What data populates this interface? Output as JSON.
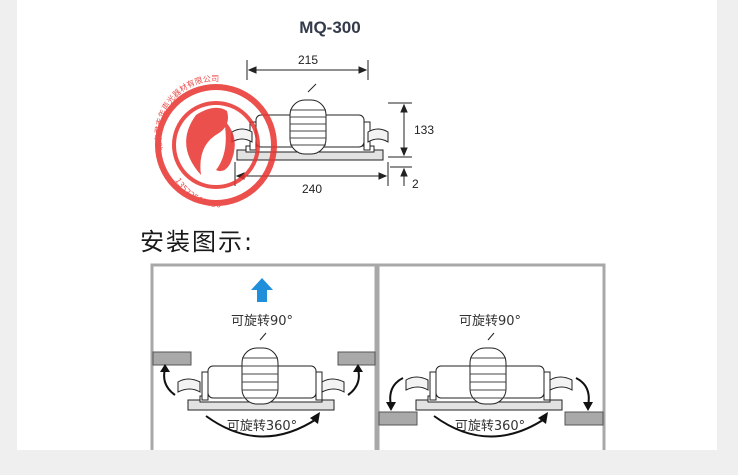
{
  "model": "MQ-300",
  "dimensions": {
    "width_top": "215",
    "height": "133",
    "width_bottom": "240",
    "flange": "2"
  },
  "stamp": {
    "arc_text": "北京君丰年声光器材有限公司",
    "phone": "13522568220"
  },
  "install_heading": "安装图示:",
  "panel_left": {
    "rotate_top": "可旋转90°",
    "rotate_bottom": "可旋转360°"
  },
  "panel_right": {
    "rotate_top": "可旋转90°",
    "rotate_bottom": "可旋转360°"
  },
  "colors": {
    "arrow_blue": "#1f8fdc",
    "stamp_red": "#e8322f",
    "ceiling_gray": "#a9a9a9"
  }
}
